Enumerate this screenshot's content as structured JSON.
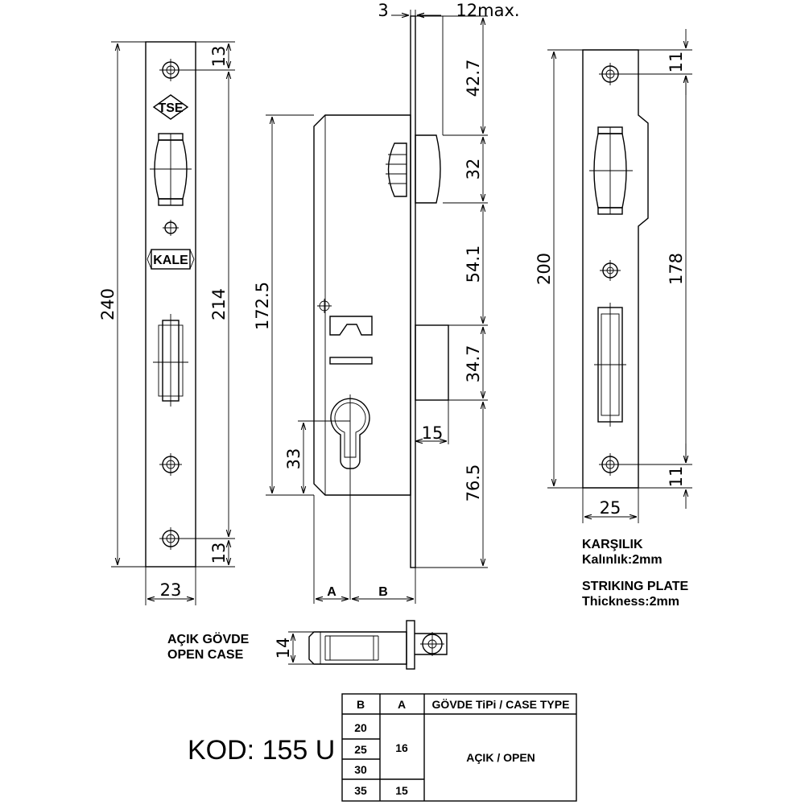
{
  "front_plate": {
    "height": "240",
    "inner_height": "214",
    "top_offset": "13",
    "bottom_offset": "13",
    "width": "23",
    "tse_mark": "TSE",
    "brand_mark": "KALE"
  },
  "side_view": {
    "flange_thickness": "3",
    "latch_projection": "12max.",
    "body_height": "172.5",
    "seg_top": "42.7",
    "seg_latch": "32",
    "seg_mid": "54.1",
    "seg_bolt": "34.7",
    "seg_bottom": "76.5",
    "bolt_throw": "15",
    "cylinder_offset": "33",
    "dim_a": "A",
    "dim_b": "B"
  },
  "striking_plate": {
    "height": "200",
    "inner_height": "178",
    "top_offset": "11",
    "bottom_offset": "11",
    "width": "25",
    "title_tr": "KARŞILIK",
    "thickness_tr": "Kalınlık:2mm",
    "title_en": "STRIKING PLATE",
    "thickness_en": "Thickness:2mm"
  },
  "section_view": {
    "label_tr": "AÇIK GÖVDE",
    "label_en": "OPEN CASE",
    "thickness": "14"
  },
  "code_label": "KOD: 155 U",
  "spec_table": {
    "headers": [
      "B",
      "A",
      "GÖVDE TiPi / CASE TYPE"
    ],
    "b_values": [
      "20",
      "25",
      "30",
      "35"
    ],
    "a_values": [
      "16",
      "15"
    ],
    "case_type": "AÇIK / OPEN"
  }
}
